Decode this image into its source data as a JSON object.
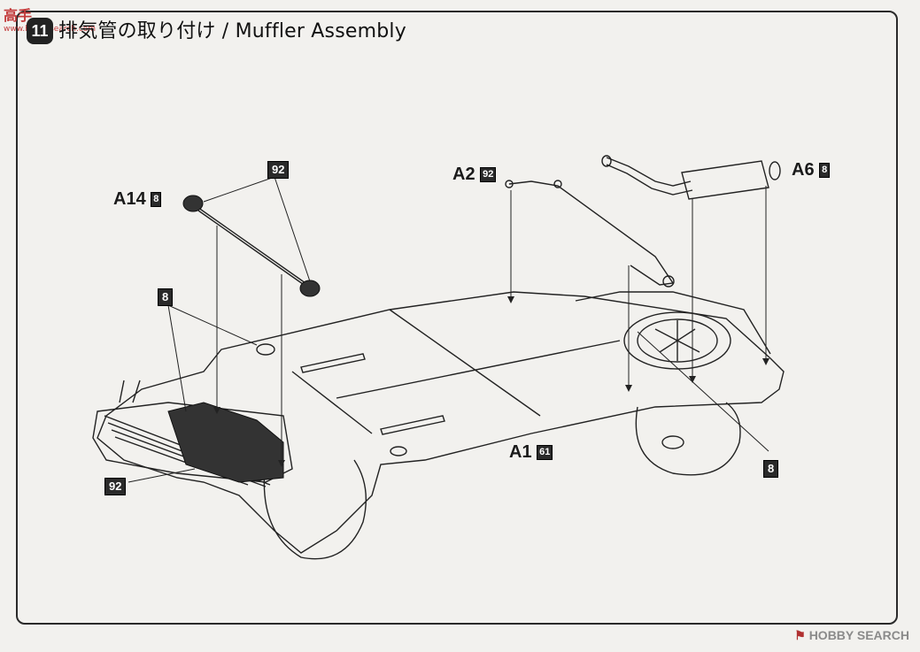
{
  "header": {
    "step_number": "11",
    "title": "排気管の取り付け / Muffler Assembly"
  },
  "watermarks": {
    "top_logo": "高手",
    "top_url": "www.hobbysearch.com",
    "bottom": "HOBBY SEARCH"
  },
  "parts": {
    "a14": {
      "label": "A14",
      "color_code": "8"
    },
    "a2": {
      "label": "A2",
      "color_code": "92"
    },
    "a6": {
      "label": "A6",
      "color_code": "8"
    },
    "a1": {
      "label": "A1",
      "color_code": "61"
    }
  },
  "callouts": {
    "c92_top": "92",
    "c8_left": "8",
    "c92_bottom": "92",
    "c8_right": "8"
  }
}
